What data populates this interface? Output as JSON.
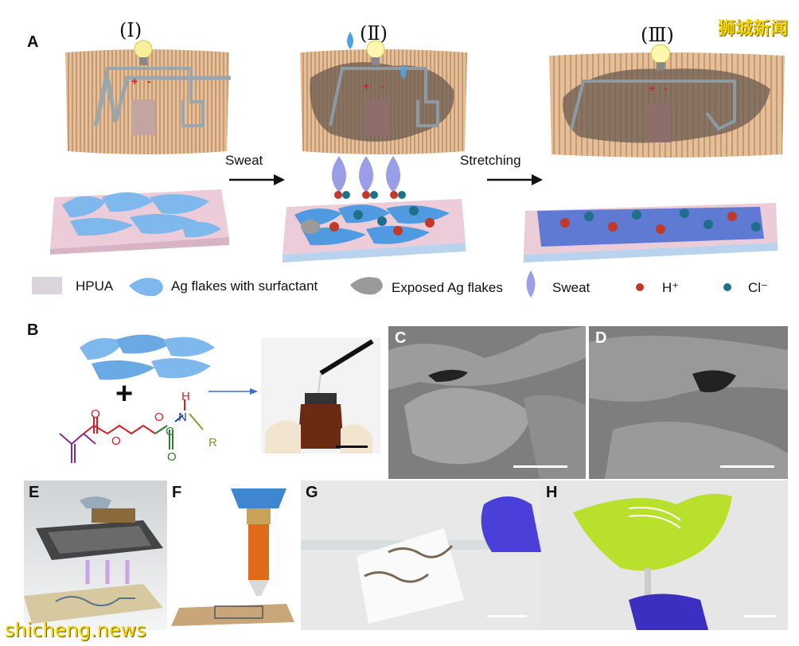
{
  "panels": {
    "A": "A",
    "B": "B",
    "C": "C",
    "D": "D",
    "E": "E",
    "F": "F",
    "G": "G",
    "H": "H"
  },
  "stages": [
    "(Ⅰ)",
    "(Ⅱ)",
    "(Ⅲ)"
  ],
  "arrows": {
    "sweat": "Sweat",
    "stretching": "Stretching"
  },
  "electrode_polarity": {
    "plus": "+",
    "minus": "-"
  },
  "legend": {
    "hpua": "HPUA",
    "ag_flakes": "Ag flakes with surfactant",
    "exposed": "Exposed Ag flakes",
    "sweat": "Sweat",
    "h_ion": "H⁺",
    "cl_ion": "Cl⁻"
  },
  "molecule": {
    "atoms": {
      "o1": "O",
      "o2": "O",
      "o3": "O",
      "o4": "O",
      "c": "C",
      "n": "N",
      "h": "H",
      "r": "R"
    },
    "plus_sign": "+"
  },
  "colors": {
    "fabric": "#dcb48f",
    "ag_flake": "#7fb8ec",
    "hpua": "#e6c7d2",
    "h_ion": "#c0392b",
    "cl_ion": "#1f6f8b",
    "sweat": "#9a9ee6",
    "molecule_purple": "#8a2b8a",
    "molecule_red": "#d4202a",
    "molecule_green": "#2e7d32",
    "molecule_blue": "#1a3d9a",
    "molecule_olive": "#8a9a2a",
    "watermark": "#f5d800"
  },
  "watermark": {
    "top": "狮城新闻",
    "bottom": "shicheng.news"
  }
}
